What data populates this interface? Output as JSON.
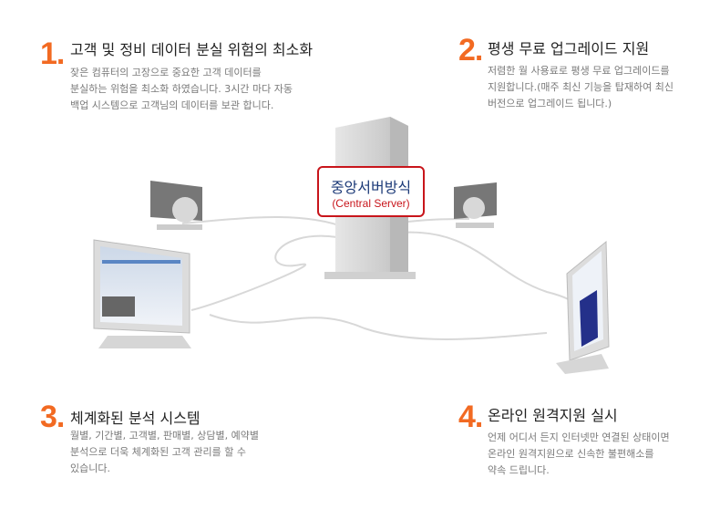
{
  "sections": [
    {
      "number": "1",
      "title": "고객 및 정비 데이터 분실 위험의 최소화",
      "lines": [
        "잦은 컴퓨터의 고장으로 중요한 고객 데이터를",
        "분실하는 위험을 최소화 하였습니다.  3시간 마다 자동",
        "백업 시스템으로 고객님의 데이터를 보관 합니다."
      ]
    },
    {
      "number": "2",
      "title": "평생 무료 업그레이드 지원",
      "lines": [
        "저렴한 월 사용료로 평생 무료 업그레이드를",
        "지원합니다.(매주 최신 기능을 탑재하여 최신",
        "버전으로 업그레이드 됩니다.)"
      ]
    },
    {
      "number": "3",
      "title": "체계화된 분석 시스템",
      "lines": [
        "월별, 기간별, 고객별, 판매별, 상담별, 예약별",
        "분석으로 더욱 체계화된 고객 관리를 할 수",
        "있습니다."
      ]
    },
    {
      "number": "4",
      "title": "온라인 원격지원 실시",
      "lines": [
        "언제 어디서 든지 인터넷만 연결된 상태이면",
        "온라인 원격지원으로 신속한 불편해소를",
        "약속 드립니다."
      ]
    }
  ],
  "server": {
    "label": "중앙서버방식",
    "sublabel": "(Central Server)"
  },
  "colors": {
    "accent": "#f26a22",
    "label_border": "#c8151b",
    "label_text": "#1c3a78"
  }
}
